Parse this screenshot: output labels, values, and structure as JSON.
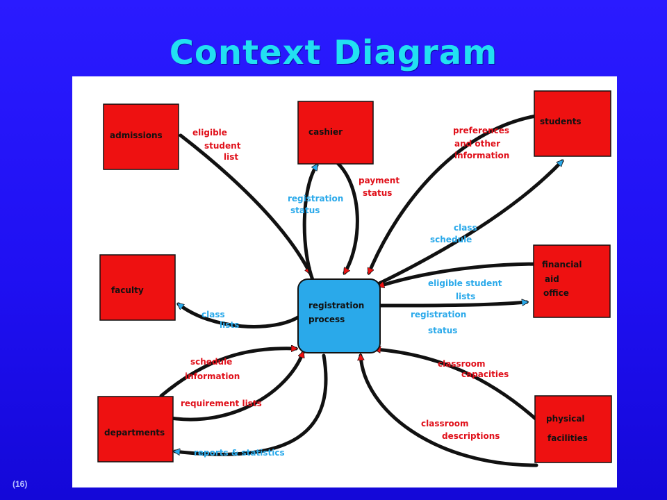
{
  "title": "Context Diagram",
  "slide_number": "(16)",
  "colors": {
    "background": "#1f10f2",
    "title": "#22e0f2",
    "entity_fill": "#ee1111",
    "process_fill": "#2aa9ea",
    "flow_line": "#111111",
    "label_red": "#e0101a",
    "label_blue": "#2aa9ea"
  },
  "process": {
    "lines": [
      "registration",
      "process"
    ]
  },
  "entities": {
    "admissions": {
      "lines": [
        "admissions"
      ]
    },
    "cashier": {
      "lines": [
        "cashier"
      ]
    },
    "students": {
      "lines": [
        "students"
      ]
    },
    "faculty": {
      "lines": [
        "faculty"
      ]
    },
    "financial_aid": {
      "lines": [
        "financial",
        "aid",
        "office"
      ]
    },
    "departments": {
      "lines": [
        "departments"
      ]
    },
    "physical_facilities": {
      "lines": [
        "physical",
        "facilities"
      ]
    }
  },
  "flows": {
    "eligible_student_list": {
      "lines": [
        "eligible",
        "student",
        "list"
      ],
      "color": "red"
    },
    "registration_status_cashier": {
      "lines": [
        "registration",
        "status"
      ],
      "color": "blue"
    },
    "payment_status": {
      "lines": [
        "payment",
        "status"
      ],
      "color": "red"
    },
    "preferences": {
      "lines": [
        "preferences",
        "and other",
        "information"
      ],
      "color": "red"
    },
    "class_schedule": {
      "lines": [
        "class",
        "schedule"
      ],
      "color": "blue"
    },
    "eligible_student_lists": {
      "lines": [
        "eligible student",
        "lists"
      ],
      "color": "blue"
    },
    "registration_status_aid": {
      "lines": [
        "registration",
        "status"
      ],
      "color": "blue"
    },
    "class_lists": {
      "lines": [
        "class",
        "lists"
      ],
      "color": "blue"
    },
    "schedule_information": {
      "lines": [
        "schedule",
        "information"
      ],
      "color": "red"
    },
    "requirement_lists": {
      "lines": [
        "requirement lists"
      ],
      "color": "red"
    },
    "reports_statistics": {
      "lines": [
        "reports & statistics"
      ],
      "color": "blue"
    },
    "classroom_capacities": {
      "lines": [
        "classroom",
        "capacities"
      ],
      "color": "red"
    },
    "classroom_descriptions": {
      "lines": [
        "classroom",
        "descriptions"
      ],
      "color": "red"
    }
  }
}
